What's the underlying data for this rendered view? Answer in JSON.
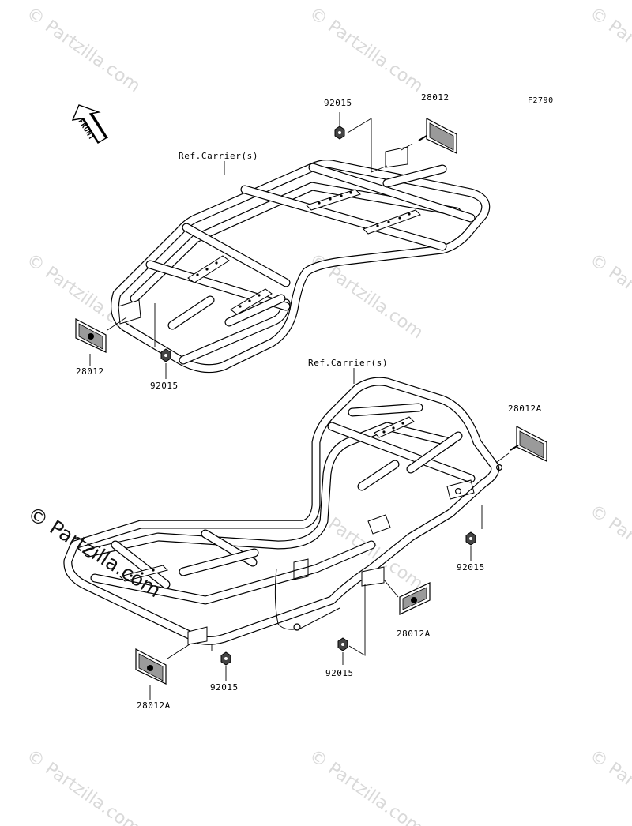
{
  "figure_code": "F2790",
  "front_indicator": "FRONT",
  "reference_labels": {
    "front_carrier": "Ref.Carrier(s)",
    "rear_carrier": "Ref.Carrier(s)"
  },
  "part_labels": {
    "top_nut": "92015",
    "top_reflector": "28012",
    "left_reflector": "28012",
    "left_nut": "92015",
    "rear_right_reflector": "28012A",
    "rear_right_nut": "92015",
    "rear_center_reflector": "28012A",
    "rear_center_nut": "92015",
    "rear_left_reflector": "28012A",
    "rear_left_nut": "92015"
  },
  "watermark": "© Partzilla.com",
  "colors": {
    "line": "#000000",
    "watermark": "#d9d9d9",
    "background": "#ffffff"
  }
}
